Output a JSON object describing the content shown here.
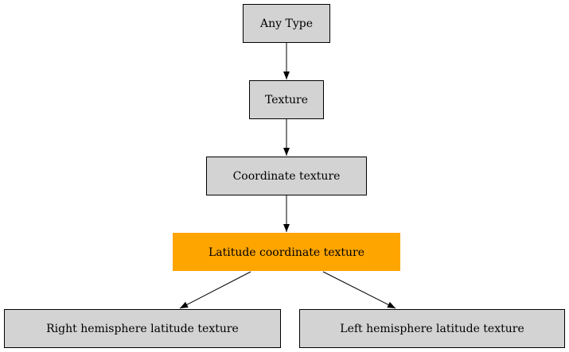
{
  "diagram": {
    "colors": {
      "default_fill": "#d3d3d3",
      "highlight_fill": "#ffa500",
      "stroke": "#000000"
    },
    "nodes": [
      {
        "id": "any_type",
        "label": "Any Type"
      },
      {
        "id": "texture",
        "label": "Texture"
      },
      {
        "id": "coordinate_texture",
        "label": "Coordinate texture"
      },
      {
        "id": "latitude_coordinate_texture",
        "label": "Latitude coordinate texture",
        "highlighted": true
      },
      {
        "id": "right_hemisphere_latitude_texture",
        "label": "Right hemisphere latitude texture"
      },
      {
        "id": "left_hemisphere_latitude_texture",
        "label": "Left hemisphere latitude texture"
      }
    ],
    "edges": [
      {
        "from": "any_type",
        "to": "texture"
      },
      {
        "from": "texture",
        "to": "coordinate_texture"
      },
      {
        "from": "coordinate_texture",
        "to": "latitude_coordinate_texture"
      },
      {
        "from": "latitude_coordinate_texture",
        "to": "right_hemisphere_latitude_texture"
      },
      {
        "from": "latitude_coordinate_texture",
        "to": "left_hemisphere_latitude_texture"
      }
    ]
  }
}
